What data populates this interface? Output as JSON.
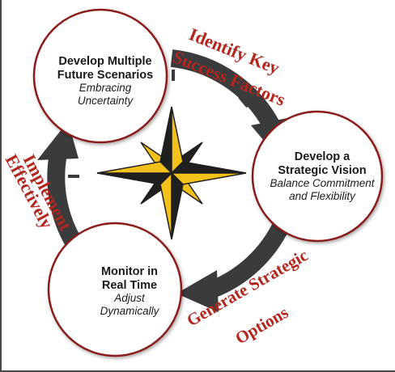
{
  "stages": [
    {
      "title_line1": "Develop Multiple",
      "title_line2": "Future Scenarios",
      "sub_line1": "Embracing",
      "sub_line2": "Uncertainty"
    },
    {
      "title_line1": "Develop a",
      "title_line2": "Strategic Vision",
      "sub_line1": "Balance Commitment",
      "sub_line2": "and Flexibility"
    },
    {
      "title_line1": "Monitor in",
      "title_line2": "Real Time",
      "sub_line1": "Adjust",
      "sub_line2": "Dynamically"
    }
  ],
  "steps": [
    {
      "line1": "Identify Key",
      "line2": "Success Factors"
    },
    {
      "line1": "Generate Strategic",
      "line2": "Options"
    },
    {
      "line1": "Implement",
      "line2": "Effectively"
    }
  ],
  "colors": {
    "arrow": "#3a3b3d",
    "circle_stroke": "#8b1a1a",
    "step_text": "#b3261e",
    "compass_gold": "#f2c21b",
    "compass_dark": "#1f1f1f",
    "frame": "#4a4a4a"
  },
  "icons": [
    "compass-rose-icon"
  ]
}
